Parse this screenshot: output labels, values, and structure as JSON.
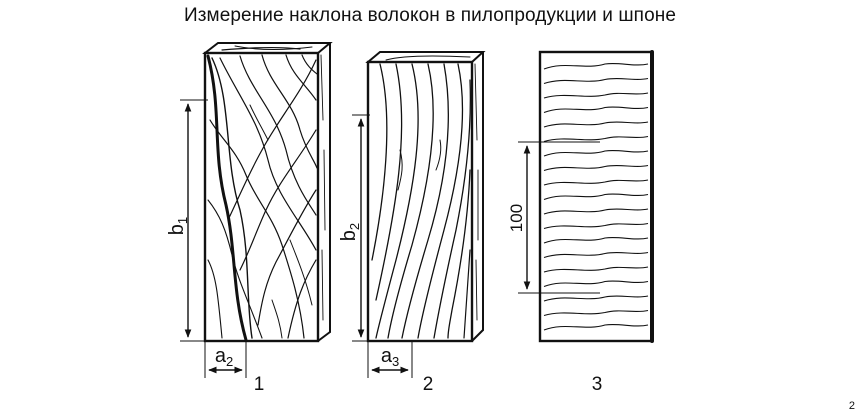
{
  "title": "Измерение наклона волокон в пилопродукции и шпоне",
  "specimen_1": {
    "number": "1",
    "height_label": "b",
    "height_sub": "1",
    "width_label": "a",
    "width_sub": "2"
  },
  "specimen_2": {
    "number": "2",
    "height_label": "b",
    "height_sub": "2",
    "width_label": "a",
    "width_sub": "3"
  },
  "specimen_3": {
    "number": "3",
    "length_label": "100"
  },
  "corner_mark": "2"
}
